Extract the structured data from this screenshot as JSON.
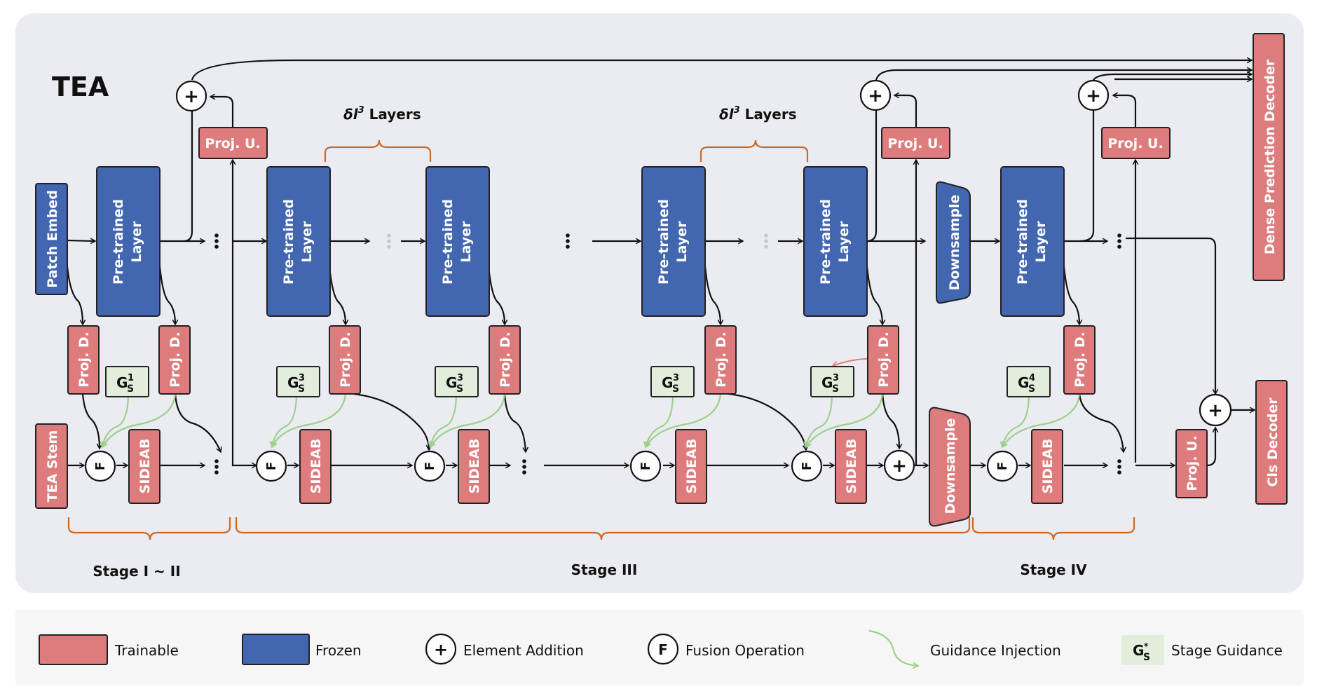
{
  "title": "TEA",
  "colors": {
    "trainable": "#de7c7d",
    "frozen": "#4266b0",
    "guidance_box": "#e2eedb",
    "guidance_arrow": "#9ed08a",
    "brace": "#cc6a24",
    "panel": "#ebecf2",
    "legend_panel": "#f6f6f6"
  },
  "blocks": {
    "patch_embed": "Patch Embed",
    "tea_stem": "TEA Stem",
    "pretrained_line1": "Pre-trained",
    "pretrained_line2": "Layer",
    "proj_d": "Proj.  D.",
    "proj_u": "Proj.  U.",
    "sideab": "SIDEAB",
    "downsample": "Downsample",
    "dense_decoder": "Dense Prediction Decoder",
    "cls_decoder": "Cls Decoder",
    "fusion_symbol": "F",
    "add_symbol": "+",
    "ellipsis": "⋮"
  },
  "guidance": [
    {
      "base": "G",
      "sub": "S",
      "sup": "1"
    },
    {
      "base": "G",
      "sub": "S",
      "sup": "3"
    },
    {
      "base": "G",
      "sub": "S",
      "sup": "3"
    },
    {
      "base": "G",
      "sub": "S",
      "sup": "3"
    },
    {
      "base": "G",
      "sub": "S",
      "sup": "3"
    },
    {
      "base": "G",
      "sub": "S",
      "sup": "4"
    }
  ],
  "layer_groups": [
    {
      "prefix": "δl",
      "sup": "3",
      "suffix": " Layers"
    },
    {
      "prefix": "δl",
      "sup": "3",
      "suffix": " Layers"
    }
  ],
  "stages": [
    "Stage I ~ II",
    "Stage III",
    "Stage IV"
  ],
  "legend": [
    {
      "icon": "trainable-swatch",
      "label": "Trainable"
    },
    {
      "icon": "frozen-swatch",
      "label": "Frozen"
    },
    {
      "icon": "element-addition-icon",
      "label": "Element Addition"
    },
    {
      "icon": "fusion-operation-icon",
      "label": "Fusion Operation"
    },
    {
      "icon": "guidance-injection-arrow",
      "label": "Guidance Injection"
    },
    {
      "icon": "stage-guidance-box",
      "label": "Stage Guidance"
    }
  ],
  "legend_guidance": {
    "base": "G",
    "sub": "S",
    "sup": "*"
  }
}
